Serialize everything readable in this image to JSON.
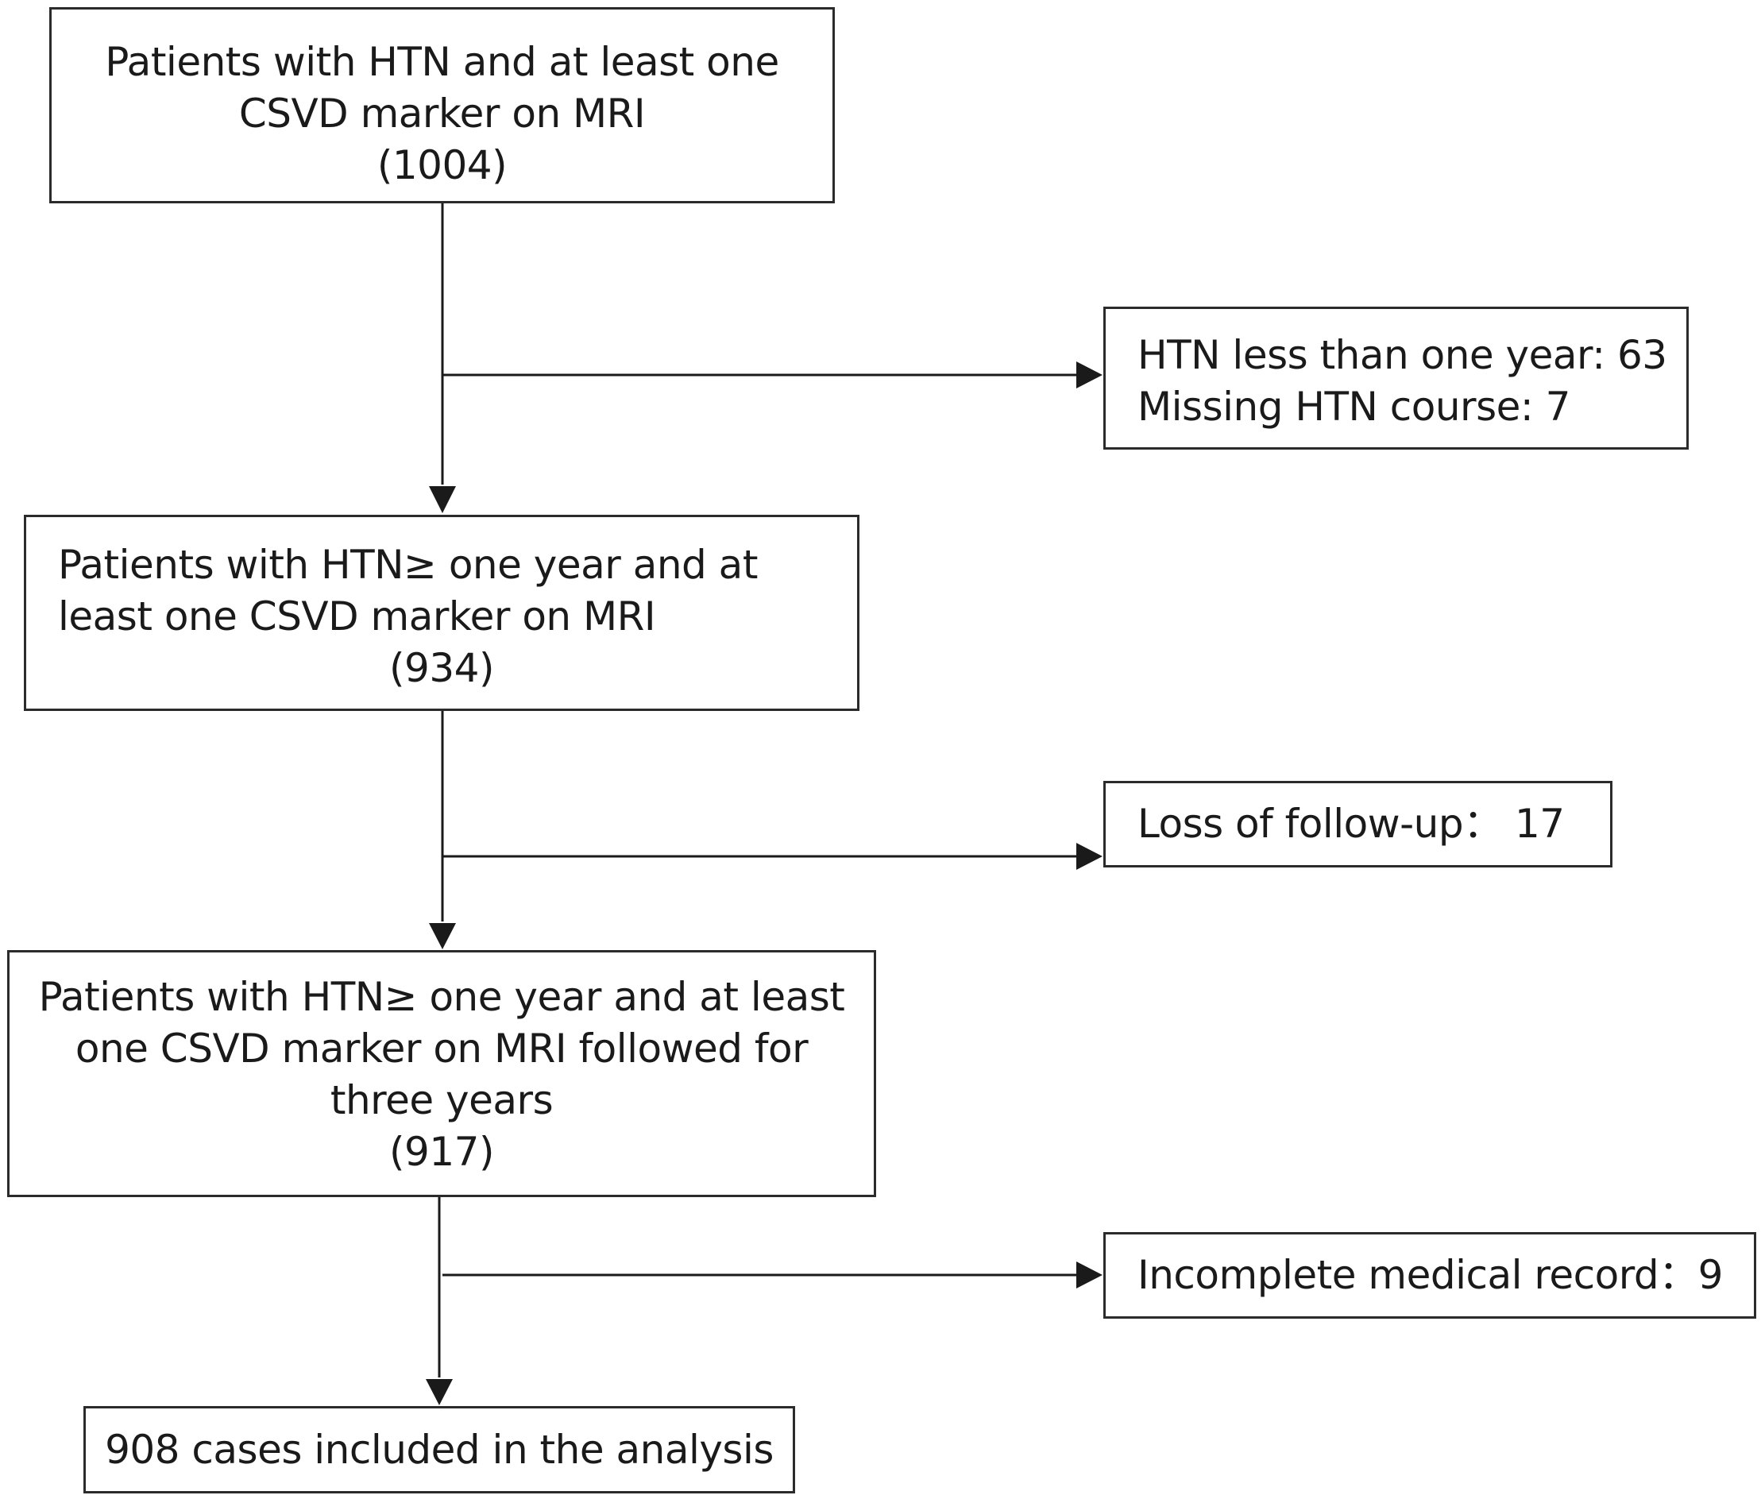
{
  "flow": {
    "step1": {
      "lines": [
        "Patients with HTN and at least one",
        "CSVD marker on MRI"
      ],
      "count": "(1004)"
    },
    "exclusion1": {
      "lines": [
        "HTN less than one year: 63",
        "Missing HTN course: 7"
      ]
    },
    "step2": {
      "lines": [
        "Patients with HTN≥ one year and at",
        "least one CSVD marker on MRI"
      ],
      "count": "(934)"
    },
    "exclusion2": {
      "lines": [
        "Loss of follow-up： 17"
      ]
    },
    "step3": {
      "lines": [
        "Patients with HTN≥ one year and at least",
        "one CSVD marker on MRI followed for",
        "three years"
      ],
      "count": "(917)"
    },
    "exclusion3": {
      "lines": [
        "Incomplete medical record：9"
      ]
    },
    "step4": {
      "lines": [
        "908 cases included in the analysis"
      ]
    }
  }
}
